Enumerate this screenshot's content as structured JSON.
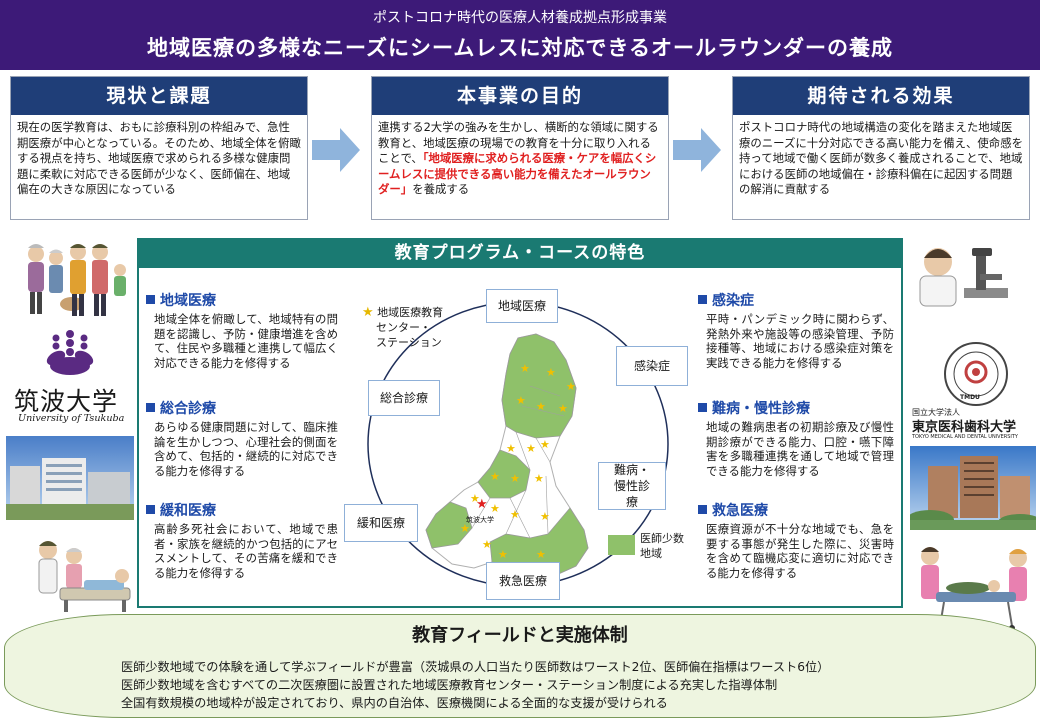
{
  "header": {
    "subtitle": "ポストコロナ時代の医療人材養成拠点形成事業",
    "title": "地域医療の多様なニーズにシームレスに対応できるオールラウンダーの養成"
  },
  "boxes": [
    {
      "title": "現状と課題",
      "text": "現在の医学教育は、おもに診療科別の枠組みで、急性期医療が中心となっている。そのため、地域全体を俯瞰する視点を持ち、地域医療で求められる多様な健康問題に柔軟に対応できる医師が少なく、医師偏在、地域偏在の大きな原因になっている"
    },
    {
      "title": "本事業の目的",
      "text_before": "連携する2大学の強みを生かし、横断的な領域に関する教育と、地域医療の現場での教育を十分に取り入れることで、",
      "text_highlight": "「地域医療に求められる医療・ケアを幅広くシームレスに提供できる高い能力を備えたオールラウンダー」",
      "text_after": "を養成する"
    },
    {
      "title": "期待される効果",
      "text": "ポストコロナ時代の地域構造の変化を踏まえた地域医療のニーズに十分対応できる高い能力を備え、使命感を持って地域で働く医師が数多く養成されることで、地域における医師の地域偏在・診療科偏在に起因する問題の解消に貢献する"
    }
  ],
  "program": {
    "title": "教育プログラム・コースの特色",
    "sections_left": [
      {
        "title": "地域医療",
        "text": "地域全体を俯瞰して、地域特有の問題を認識し、予防・健康増進を含めて、住民や多職種と連携して幅広く対応できる能力を修得する"
      },
      {
        "title": "総合診療",
        "text": "あらゆる健康問題に対して、臨床推論を生かしつつ、心理社会的側面を含めて、包括的・継続的に対応できる能力を修得する"
      },
      {
        "title": "緩和医療",
        "text": "高齢多死社会において、地域で患者・家族を継続的かつ包括的にアセスメントして、その苦痛を緩和できる能力を修得する"
      }
    ],
    "sections_right": [
      {
        "title": "感染症",
        "text": "平時・パンデミック時に関わらず、発熱外来や施設等の感染管理、予防接種等、地域における感染症対策を実践できる能力を修得する"
      },
      {
        "title": "難病・慢性診療",
        "text": "地域の難病患者の初期診療及び慢性期診療ができる能力、口腔・嚥下障害を多職種連携を通して地域で管理できる能力を修得する"
      },
      {
        "title": "救急医療",
        "text": "医療資源が不十分な地域でも、急を要する事態が発生した際に、災害時を含めて臨機応変に適切に対応できる能力を修得する"
      }
    ],
    "nodes": {
      "chiiki": "地域医療",
      "kansen": "感染症",
      "sogo": "総合診療",
      "nanbyo": "難病・慢性診療",
      "kanwa": "緩和医療",
      "kyukyu": "救急医療"
    },
    "legend_star_line1": "地域医療教育",
    "legend_star_line2": "センター・",
    "legend_star_line3": "ステーション",
    "legend_area_line1": "医師少数",
    "legend_area_line2": "地域",
    "map_label": "筑波大学"
  },
  "universities": {
    "tsukuba_jp": "筑波大学",
    "tsukuba_en": "University of Tsukuba",
    "tmdu_small": "国立大学法人",
    "tmdu_jp": "東京医科歯科大学",
    "tmdu_en": "TOKYO MEDICAL AND DENTAL UNIVERSITY",
    "tmdu_seal": "TMDU"
  },
  "field": {
    "title": "教育フィールドと実施体制",
    "lines": [
      "医師少数地域での体験を通して学ぶフィールドが豊富（茨城県の人口当たり医師数はワースト2位、医師偏在指標はワースト6位）",
      "医師少数地域を含むすべての二次医療圏に設置された地域医療教育センター・ステーション制度による充実した指導体制",
      "全国有数規模の地域枠が設定されており、県内の自治体、医療機関による全面的な支援が受けられる"
    ]
  },
  "colors": {
    "header": "#3d1a78",
    "box_header": "#1f3e78",
    "program": "#1a7a72",
    "accent_blue": "#1f4aa8",
    "highlight_red": "#e02020",
    "map_green": "#8fc16a"
  }
}
